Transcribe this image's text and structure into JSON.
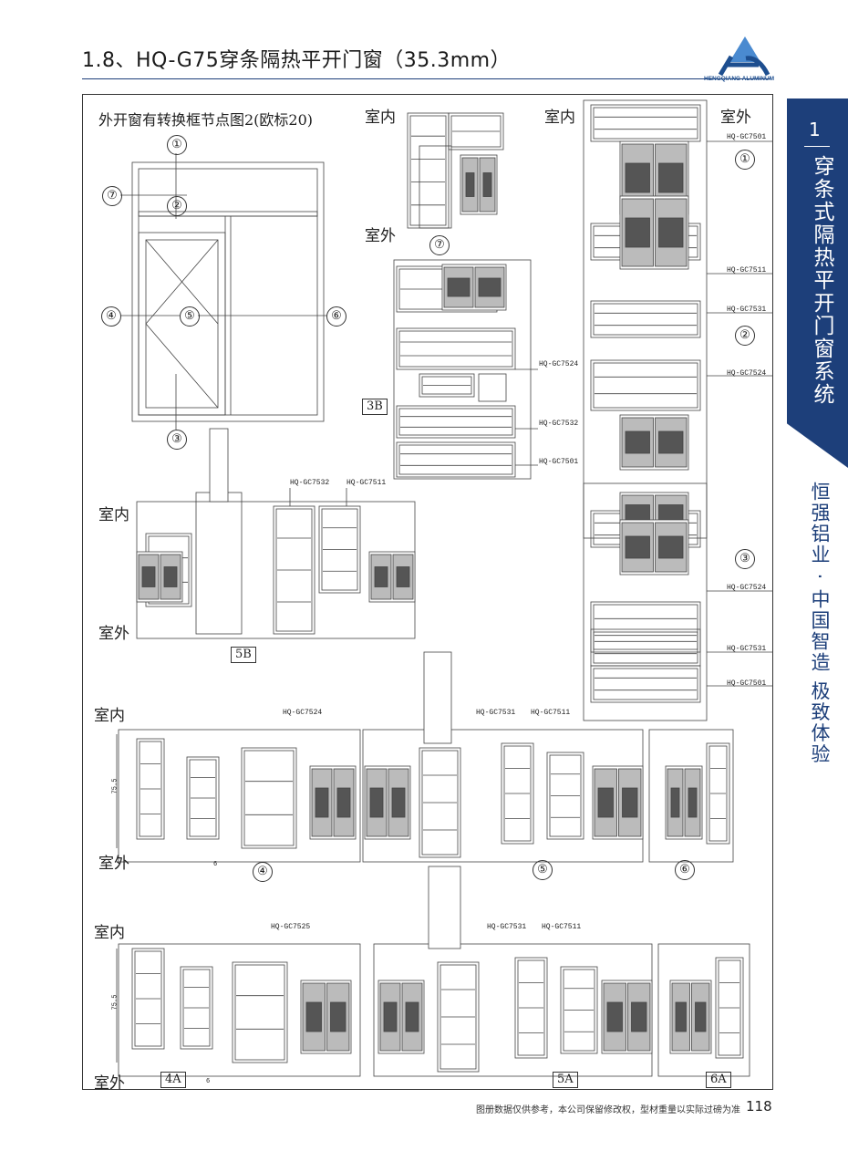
{
  "header": {
    "title": "1.8、HQ-G75穿条隔热平开门窗（35.3mm）",
    "logo_text": "HENGQIANG ALUMINUM"
  },
  "side_tab": {
    "number": "1",
    "title": "穿条式隔热平开门窗系统",
    "slogan": "恒强铝业 · 中国智造 极致体验"
  },
  "colors": {
    "brand": "#1d3f7a"
  },
  "diagram": {
    "title": "外开窗有转换框节点图2(欧标20)",
    "elevation_markers": [
      "①",
      "②",
      "③",
      "④",
      "⑤",
      "⑥",
      "⑦"
    ],
    "indoor": "室内",
    "outdoor": "室外",
    "codes": {
      "c7501": "HQ-GC7501",
      "c7511": "HQ-GC7511",
      "c7531": "HQ-GC7531",
      "c7524": "HQ-GC7524",
      "c7532": "HQ-GC7532",
      "c7525": "HQ-GC7525"
    },
    "section_labels": {
      "s3B": "3B",
      "s5B": "5B",
      "s4": "④",
      "s5": "⑤",
      "s6": "⑥",
      "s7": "⑦",
      "s1": "①",
      "s2": "②",
      "s3": "③",
      "s4A": "4A",
      "s5A": "5A",
      "s6A": "6A"
    },
    "dimensions": {
      "height": "75.5",
      "gap": "6"
    }
  },
  "footer": {
    "note": "图册数据仅供参考，本公司保留修改权，型材重量以实际过磅为准",
    "page": "118"
  }
}
